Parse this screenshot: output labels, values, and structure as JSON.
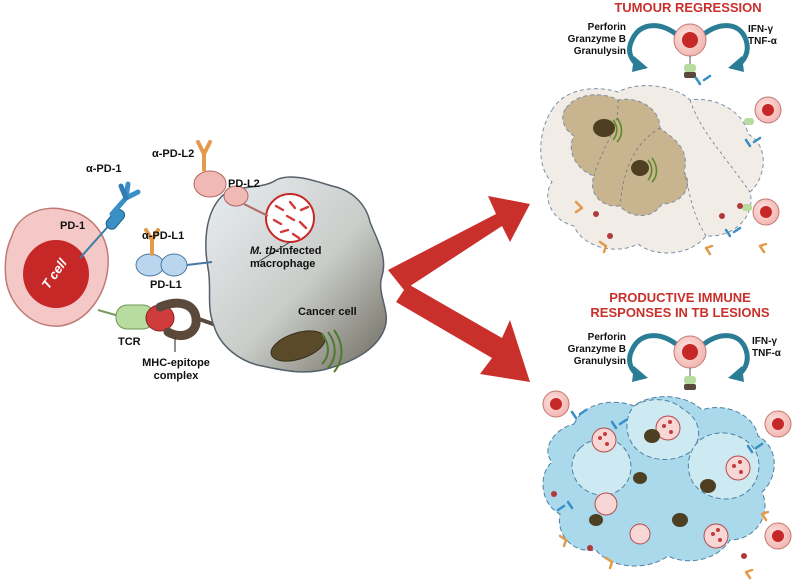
{
  "left": {
    "tcell_label": "T cell",
    "pd1": "PD-1",
    "alpha_pd1": "α-PD-1",
    "tcr": "TCR",
    "mhc_line1": "MHC-epitope",
    "mhc_line2": "complex",
    "alpha_pdl2": "α-PD-L2",
    "pdl2": "PD-L2",
    "alpha_pdl1": "α-PD-L1",
    "pdl1": "PD-L1",
    "mtb_italic": "M. tb",
    "mtb_rest": "-infected",
    "macrophage": "macrophage",
    "cancer_cell": "Cancer cell"
  },
  "top_right": {
    "heading": "TUMOUR REGRESSION",
    "left_lines": [
      "Perforin",
      "Granzyme B",
      "Granulysin"
    ],
    "right_lines": [
      "IFN-γ",
      "TNF-α"
    ]
  },
  "bottom_right": {
    "heading_line1": "PRODUCTIVE IMMUNE",
    "heading_line2": "RESPONSES IN TB LESIONS",
    "left_lines": [
      "Perforin",
      "Granzyme B",
      "Granulysin"
    ],
    "right_lines": [
      "IFN-γ",
      "TNF-α"
    ]
  },
  "colors": {
    "arrow": "#c9302c",
    "heading": "#c9302c",
    "tcell_outer": "#f4c8c6",
    "tcell_nucleus": "#c62828",
    "pd1": "#3a8fc7",
    "antibody": "#e39a4a",
    "pdl": "#b9d6ee",
    "pdl2_receptor": "#f1b9b3",
    "tcr": "#b8dca0",
    "mhc": "#5b4a3b",
    "macrophage_fill": "#c7ced6",
    "tb_lesion": "#a9d9ea",
    "tumour_tan": "#c8b48f",
    "curve_arrow": "#2b7d96"
  }
}
